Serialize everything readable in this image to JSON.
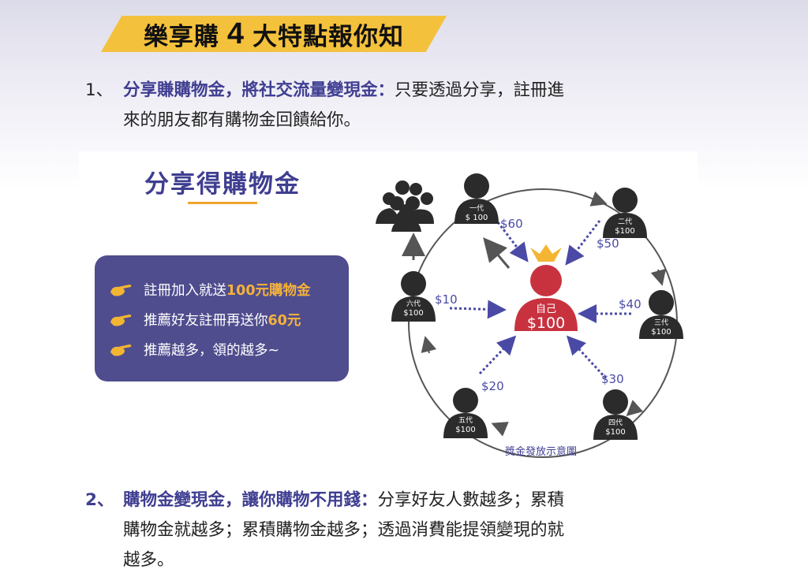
{
  "banner": {
    "part1": "樂享購",
    "number": "4",
    "part2": "大特點報你知"
  },
  "point1": {
    "index": "1、",
    "highlight": "分享賺購物金，將社交流量變現金：",
    "line1_rest": "只要透過分享，註冊進",
    "line2": "來的朋友都有購物金回饋給你。"
  },
  "card": {
    "title": "分享得購物金",
    "benefits": [
      {
        "pre": "註冊加入就送",
        "em": "100元購物金",
        "post": ""
      },
      {
        "pre": "推薦好友註冊再送你",
        "em": "60元",
        "post": ""
      },
      {
        "pre": "推薦越多，領的越多~",
        "em": "",
        "post": ""
      }
    ]
  },
  "diagram": {
    "center": {
      "label": "自己",
      "amount": "$100"
    },
    "nodes": [
      {
        "gen": "一代",
        "amount": "$ 100",
        "reward": "$60"
      },
      {
        "gen": "二代",
        "amount": "$100",
        "reward": "$50"
      },
      {
        "gen": "三代",
        "amount": "$100",
        "reward": "$40"
      },
      {
        "gen": "四代",
        "amount": "$100",
        "reward": "$30"
      },
      {
        "gen": "五代",
        "amount": "$100",
        "reward": "$20"
      },
      {
        "gen": "六代",
        "amount": "$100",
        "reward": "$10"
      }
    ],
    "caption": "獎金發放示意圖",
    "colors": {
      "person": "#2b2b2b",
      "center": "#c8323f",
      "arrow": "#4a4aa6",
      "crown": "#f3b532"
    }
  },
  "point2": {
    "index": "2、",
    "highlight": "購物金變現金，讓你購物不用錢：",
    "line1_rest": "分享好友人數越多；累積",
    "line2": "購物金就越多；累積購物金越多；透過消費能提領變現的就",
    "line3": "越多。"
  }
}
